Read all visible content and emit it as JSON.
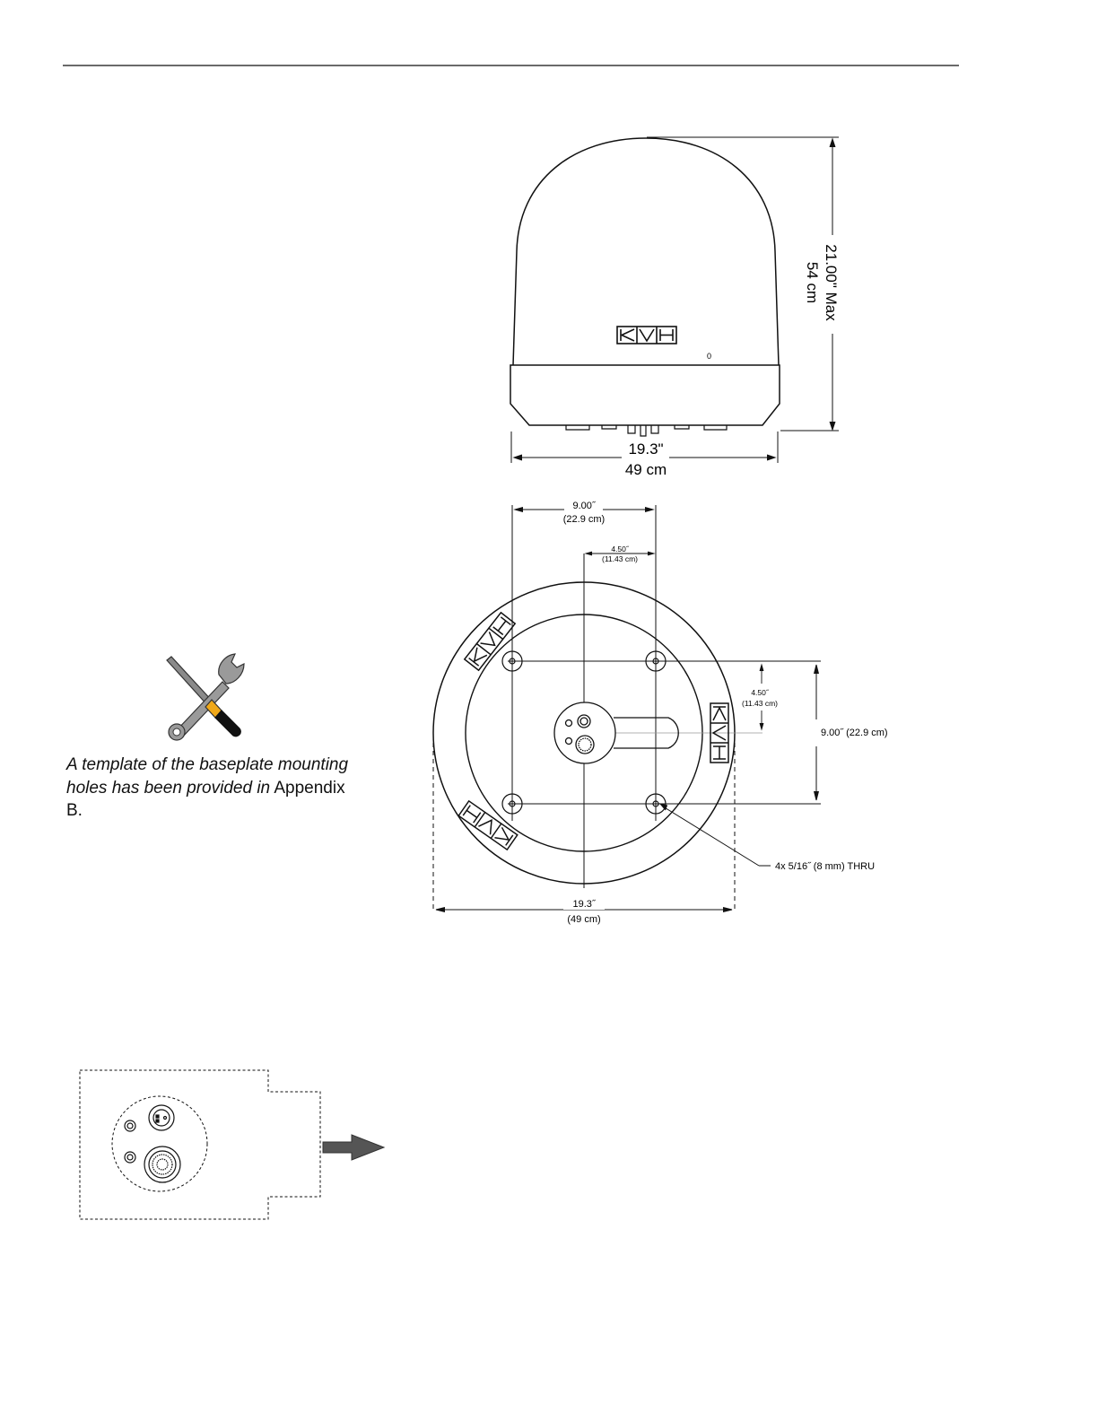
{
  "side_view": {
    "logo": "KVH",
    "marker": "0",
    "height_in": "21.00\" Max",
    "height_cm": "54 cm",
    "width_in": "19.3\"",
    "width_cm": "49 cm"
  },
  "plan_view": {
    "top_dim_in": "9.00˝",
    "top_dim_cm": "(22.9 cm)",
    "half_dim_in": "4.50˝",
    "half_dim_cm": "(11.43 cm)",
    "side_half_in": "4.50˝",
    "side_half_cm": "(11.43 cm)",
    "side_full": "9.00˝ (22.9 cm)",
    "holes_callout": "4x 5/16˝ (8 mm) THRU",
    "bottom_dim_in": "19.3˝",
    "bottom_dim_cm": "(49 cm)",
    "logo": "KVH"
  },
  "note": {
    "italic_text": "A template of the baseplate mounting holes has been provided in",
    "plain_text": "Appendix B."
  },
  "tools_icon": "wrench-screwdriver-icon"
}
